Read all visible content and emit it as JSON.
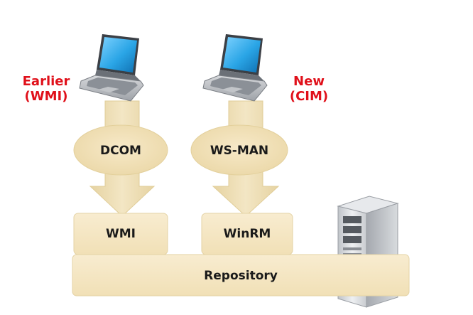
{
  "labels": {
    "earlier": [
      "Earlier",
      "(WMI)"
    ],
    "new": [
      "New",
      "(CIM)"
    ]
  },
  "nodes": {
    "dcom": "DCOM",
    "wsman": "WS-MAN",
    "wmi": "WMI",
    "winrm": "WinRM",
    "repository": "Repository"
  },
  "colors": {
    "box_fill": "#f5e6c0",
    "box_stroke": "#e4d3a6",
    "arrow_fill": "#ecdcb0",
    "label_red": "#e0101a",
    "laptop_screen": "#2aa5e6"
  },
  "icons": [
    "laptop-icon",
    "laptop-icon",
    "server-tower-icon"
  ]
}
